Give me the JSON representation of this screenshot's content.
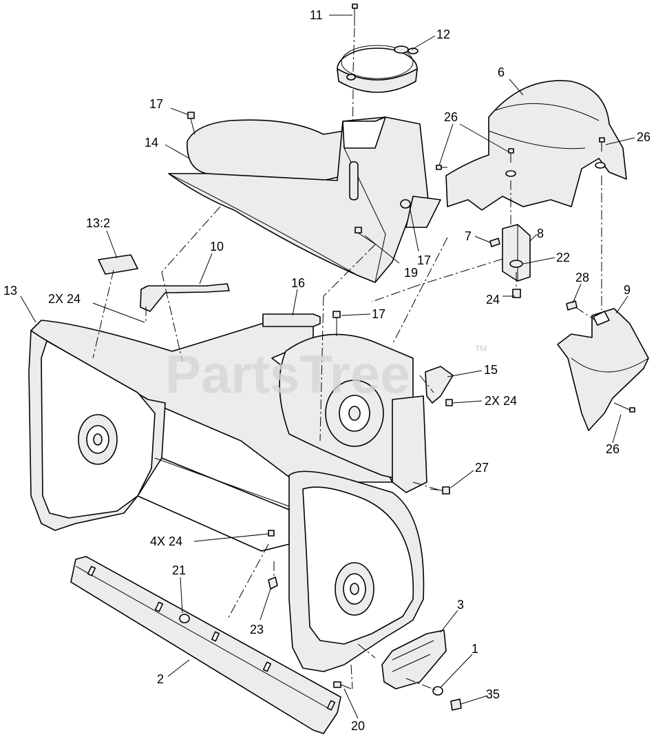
{
  "watermark": {
    "text": "PartsTree",
    "trademark": "TM"
  },
  "callouts": {
    "c1": "1",
    "c2": "2",
    "c3": "3",
    "c6": "6",
    "c7": "7",
    "c8": "8",
    "c9": "9",
    "c10": "10",
    "c11": "11",
    "c12": "12",
    "c13": "13",
    "c13_2": "13:2",
    "c14": "14",
    "c15": "15",
    "c16": "16",
    "c17a": "17",
    "c17b": "17",
    "c17c": "17",
    "c19": "19",
    "c20": "20",
    "c21": "21",
    "c22": "22",
    "c23": "23",
    "c24": "24",
    "c2x24a": "2X 24",
    "c2x24b": "2X 24",
    "c4x24": "4X 24",
    "c26a": "26",
    "c26b": "26",
    "c26c": "26",
    "c27": "27",
    "c28": "28",
    "c35": "35"
  }
}
